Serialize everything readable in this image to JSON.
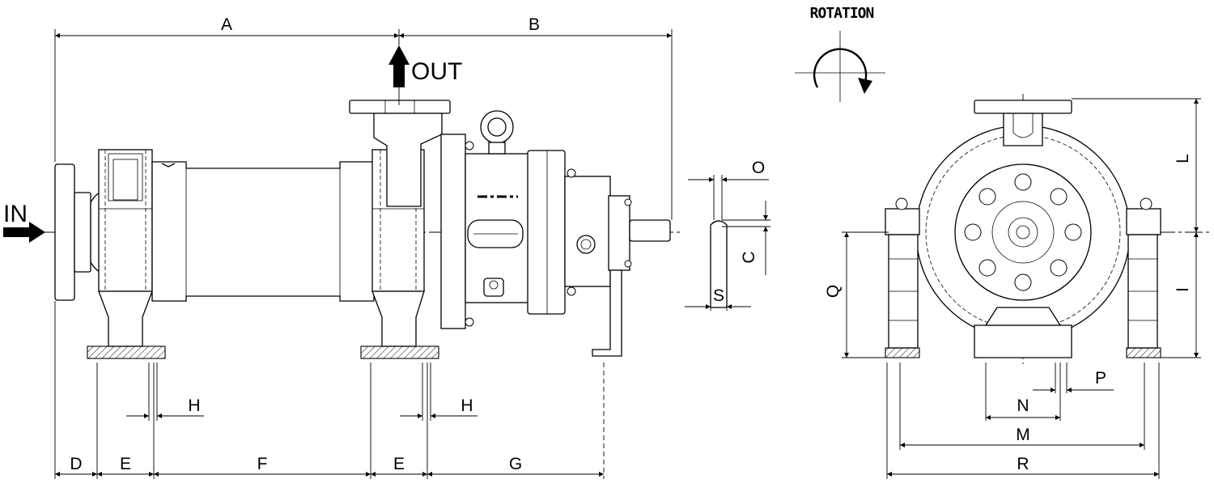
{
  "drawing": {
    "rotation_label": "ROTATION",
    "inlet_label": "IN",
    "outlet_label": "OUT",
    "dimensions": {
      "a": "A",
      "b": "B",
      "c": "C",
      "d": "D",
      "e_left": "E",
      "e_right": "E",
      "f": "F",
      "g": "G",
      "h_left": "H",
      "h_right": "H",
      "i": "I",
      "l": "L",
      "m": "M",
      "n": "N",
      "o": "O",
      "p": "P",
      "q": "Q",
      "r": "R",
      "s": "S"
    }
  }
}
